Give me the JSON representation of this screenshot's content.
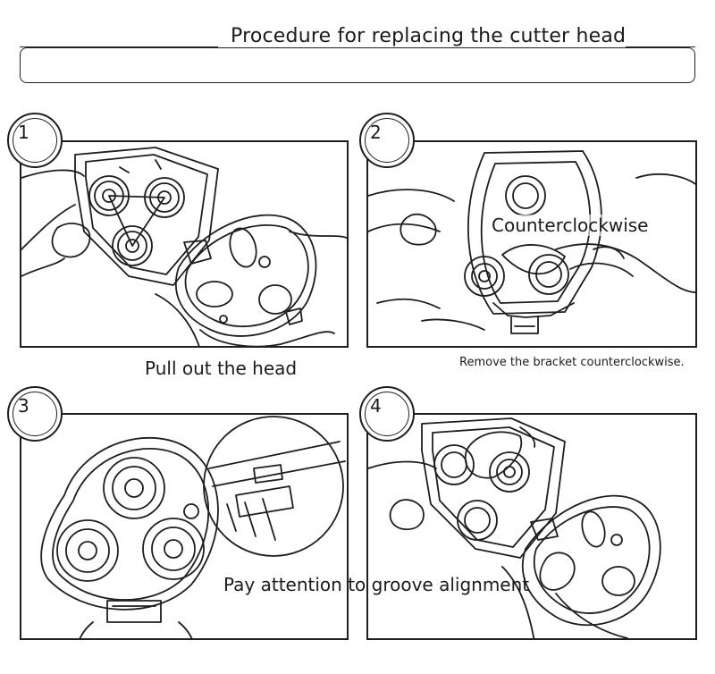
{
  "title": "Procedure for replacing the cutter head",
  "steps": [
    {
      "number": "1",
      "caption": "Pull out the head"
    },
    {
      "number": "2",
      "caption": "Remove the bracket counterclockwise.",
      "overlay": "Counterclockwise"
    },
    {
      "number": "3",
      "caption": "Pay attention to groove alignment"
    },
    {
      "number": "4"
    }
  ]
}
